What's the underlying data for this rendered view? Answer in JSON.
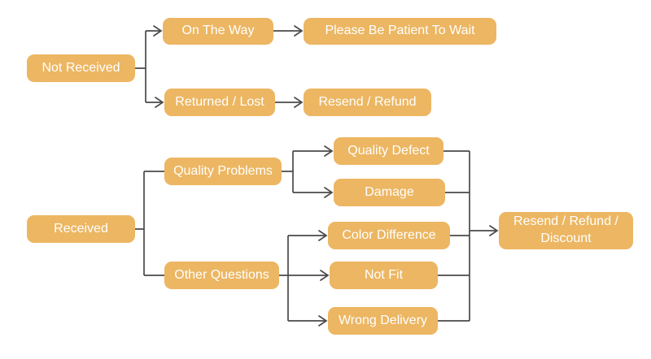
{
  "diagram": {
    "type": "flowchart",
    "colors": {
      "node_fill": "#ECB662",
      "node_text": "#FFFFFF",
      "line_color": "#4A4A4A",
      "background": "#FFFFFF"
    },
    "nodes": [
      {
        "id": "not-received",
        "label": "Not Received"
      },
      {
        "id": "on-the-way",
        "label": "On The Way"
      },
      {
        "id": "please-be-patient",
        "label": "Please Be Patient To Wait"
      },
      {
        "id": "returned-lost",
        "label": "Returned / Lost"
      },
      {
        "id": "resend-refund",
        "label": "Resend / Refund"
      },
      {
        "id": "received",
        "label": "Received"
      },
      {
        "id": "quality-problems",
        "label": "Quality Problems"
      },
      {
        "id": "other-questions",
        "label": "Other Questions"
      },
      {
        "id": "quality-defect",
        "label": "Quality Defect"
      },
      {
        "id": "damage",
        "label": "Damage"
      },
      {
        "id": "color-difference",
        "label": "Color Difference"
      },
      {
        "id": "not-fit",
        "label": "Not Fit"
      },
      {
        "id": "wrong-delivery",
        "label": "Wrong Delivery"
      },
      {
        "id": "resend-refund-discount",
        "label": "Resend / Refund / Discount"
      }
    ],
    "edges": [
      {
        "from": "not-received",
        "to": "on-the-way",
        "arrow": true
      },
      {
        "from": "not-received",
        "to": "returned-lost",
        "arrow": true
      },
      {
        "from": "on-the-way",
        "to": "please-be-patient",
        "arrow": true
      },
      {
        "from": "returned-lost",
        "to": "resend-refund",
        "arrow": true
      },
      {
        "from": "received",
        "to": "quality-problems",
        "arrow": false
      },
      {
        "from": "received",
        "to": "other-questions",
        "arrow": false
      },
      {
        "from": "quality-problems",
        "to": "quality-defect",
        "arrow": true
      },
      {
        "from": "quality-problems",
        "to": "damage",
        "arrow": true
      },
      {
        "from": "other-questions",
        "to": "color-difference",
        "arrow": true
      },
      {
        "from": "other-questions",
        "to": "not-fit",
        "arrow": true
      },
      {
        "from": "other-questions",
        "to": "wrong-delivery",
        "arrow": true
      },
      {
        "from": "quality-defect",
        "to": "resend-refund-discount",
        "arrow": true
      },
      {
        "from": "damage",
        "to": "resend-refund-discount",
        "arrow": true
      },
      {
        "from": "color-difference",
        "to": "resend-refund-discount",
        "arrow": true
      },
      {
        "from": "not-fit",
        "to": "resend-refund-discount",
        "arrow": true
      },
      {
        "from": "wrong-delivery",
        "to": "resend-refund-discount",
        "arrow": true
      }
    ]
  }
}
